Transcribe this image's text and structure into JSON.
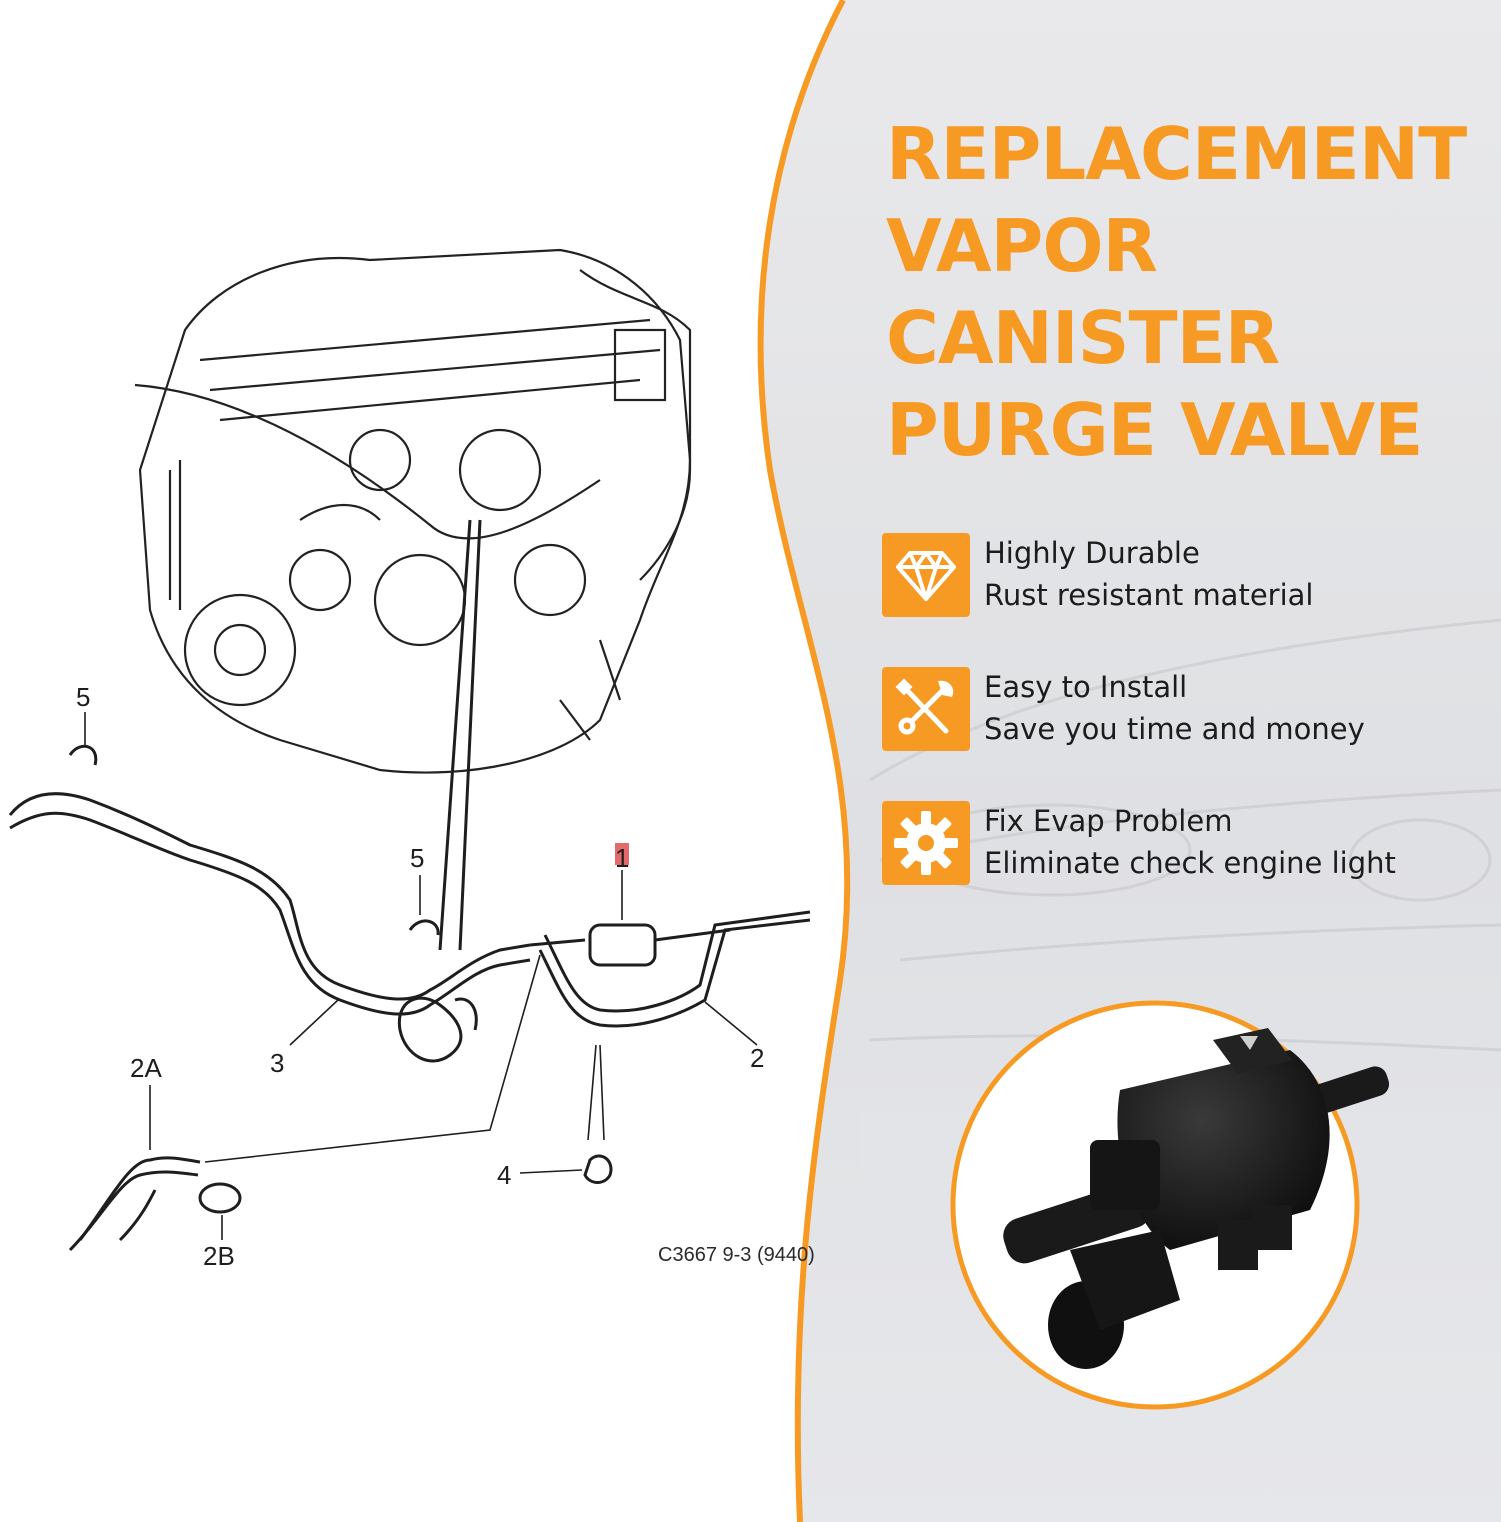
{
  "diagram": {
    "callouts": {
      "c1": "1",
      "c2": "2",
      "c2a": "2A",
      "c2b": "2B",
      "c3": "3",
      "c4": "4",
      "c5_top": "5",
      "c5_mid": "5"
    },
    "code": "C3667 9-3 (9440)"
  },
  "headline": {
    "lines": [
      "REPLACEMENT",
      "VAPOR",
      "CANISTER",
      "PURGE VALVE"
    ]
  },
  "features": [
    {
      "icon": "diamond-icon",
      "line1": "Highly Durable",
      "line2": "Rust resistant material"
    },
    {
      "icon": "tools-icon",
      "line1": "Easy to Install",
      "line2": "Save you time and money"
    },
    {
      "icon": "gear-icon",
      "line1": "Fix Evap Problem",
      "line2": "Eliminate check engine light"
    }
  ],
  "colors": {
    "accent": "#f79a24",
    "text": "#1c1c1c",
    "panel": "#e7e8ea",
    "marker": "#e36a6a"
  }
}
